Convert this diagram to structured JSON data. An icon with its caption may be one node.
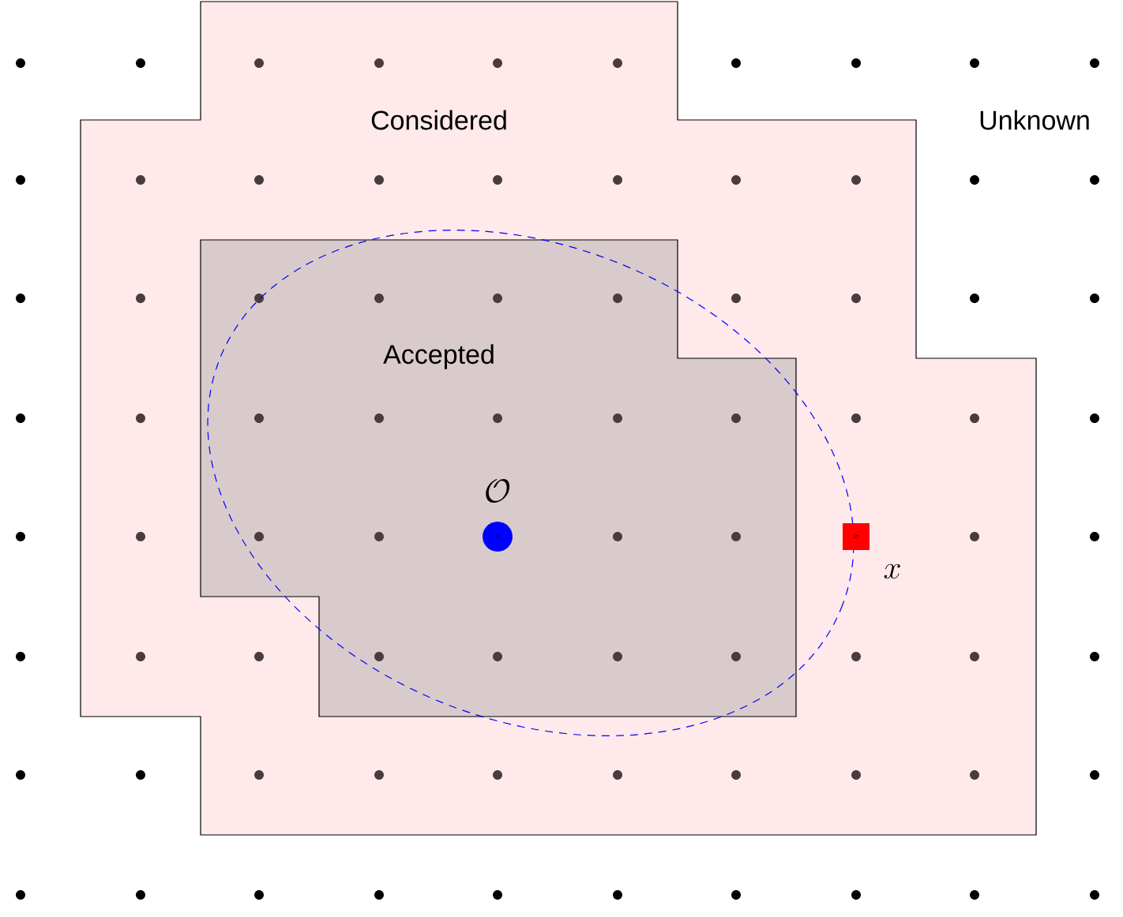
{
  "diagram": {
    "nodes": [
      {
        "text": [
          "Considered"
        ]
      },
      {
        "text": [
          "Accepted"
        ],
        "in": 0
      },
      {
        "text": [
          "x"
        ],
        "beside": [
          "\\mathcal{O}"
        ],
        "in": 1
      },
      {
        "text": [
          "x"
        ],
        "beside": [
          "x"
        ],
        "in": 0
      }
    ],
    "labels": [
      "Unknown"
    ]
  }
}
